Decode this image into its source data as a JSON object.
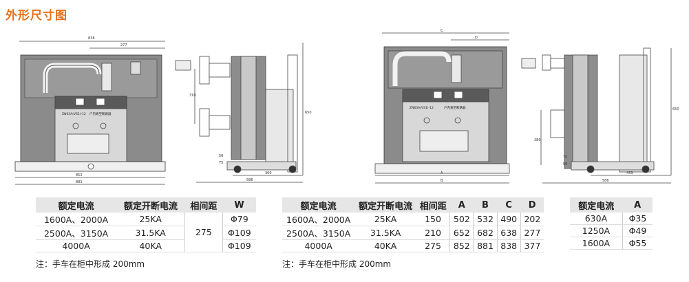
{
  "title": "外形尺寸图",
  "drawing_labels": {
    "left_front": {
      "top_width": "838",
      "half_width": "277",
      "bottom_width1": "852",
      "bottom_width2": "881",
      "nameplate": "ZN63A(VS1)-12",
      "nameplate_cn": "户内真空断路器"
    },
    "left_side": {
      "h1": "310",
      "h2": "650",
      "h3": "56",
      "h4": "75",
      "w1": "360",
      "w2": "586"
    },
    "right_front": {
      "c": "C",
      "d": "D",
      "a": "A",
      "b": "B",
      "nameplate": "ZN63A(VS1)-12",
      "nameplate_cn": "户内真空断路器"
    },
    "right_side": {
      "h1": "650",
      "h2": "280",
      "h3": "75",
      "h4": "56",
      "w1": "433",
      "w2": "586"
    }
  },
  "table1": {
    "headers": [
      "额定电流",
      "额定开断电流",
      "相间距",
      "W"
    ],
    "rows": [
      [
        "1600A、2000A",
        "25KA",
        "",
        "Φ79"
      ],
      [
        "2500A、3150A",
        "31.5KA",
        "275",
        "Φ109"
      ],
      [
        "4000A",
        "40KA",
        "",
        "Φ109"
      ]
    ]
  },
  "table2": {
    "headers": [
      "额定电流",
      "额定开断电流",
      "相间距",
      "A",
      "B",
      "C",
      "D"
    ],
    "rows": [
      [
        "1600A、2000A",
        "25KA",
        "150",
        "502",
        "532",
        "490",
        "202"
      ],
      [
        "2500A、3150A",
        "31.5KA",
        "210",
        "652",
        "682",
        "638",
        "277"
      ],
      [
        "4000A",
        "40KA",
        "275",
        "852",
        "881",
        "838",
        "377"
      ]
    ]
  },
  "table3": {
    "headers": [
      "额定电流",
      "A"
    ],
    "rows": [
      [
        "630A",
        "Φ35"
      ],
      [
        "1250A",
        "Φ49"
      ],
      [
        "1600A",
        "Φ55"
      ]
    ]
  },
  "note1": "注：手车在柜中形成 200mm",
  "note2": "注：手车在柜中形成 200mm"
}
